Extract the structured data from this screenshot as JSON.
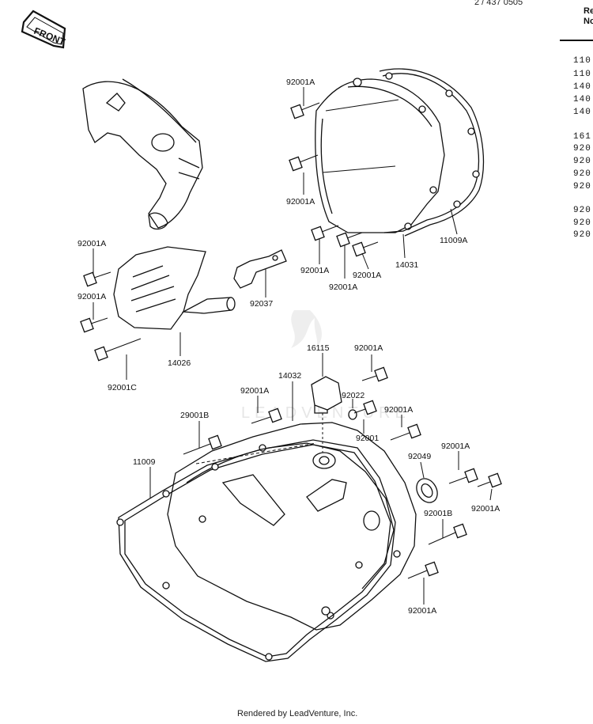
{
  "header": {
    "ref_line1": "Re",
    "ref_line2": "No",
    "top_code": "2 / 437 0505"
  },
  "front_badge": "FRONT",
  "watermark": "LEADVENTURE",
  "side_list": [
    "110",
    "110",
    "140",
    "140",
    "140",
    "161",
    "920",
    "920",
    "920",
    "920",
    "920",
    "920",
    "920"
  ],
  "labels": [
    {
      "id": "l1",
      "text": "92001A"
    },
    {
      "id": "l2",
      "text": "92001A"
    },
    {
      "id": "l3",
      "text": "11009A"
    },
    {
      "id": "l4",
      "text": "14031"
    },
    {
      "id": "l5",
      "text": "92001A"
    },
    {
      "id": "l6",
      "text": "92001A"
    },
    {
      "id": "l7",
      "text": "92001A"
    },
    {
      "id": "l8",
      "text": "92001A"
    },
    {
      "id": "l9",
      "text": "92001A"
    },
    {
      "id": "l10",
      "text": "92037"
    },
    {
      "id": "l11",
      "text": "14026"
    },
    {
      "id": "l12",
      "text": "92001C"
    },
    {
      "id": "l13",
      "text": "16115"
    },
    {
      "id": "l14",
      "text": "92001A"
    },
    {
      "id": "l15",
      "text": "14032"
    },
    {
      "id": "l16",
      "text": "92001A"
    },
    {
      "id": "l17",
      "text": "92022"
    },
    {
      "id": "l18",
      "text": "92001A"
    },
    {
      "id": "l19",
      "text": "29001B"
    },
    {
      "id": "l20",
      "text": "92001"
    },
    {
      "id": "l21",
      "text": "11009"
    },
    {
      "id": "l22",
      "text": "92049"
    },
    {
      "id": "l23",
      "text": "92001A"
    },
    {
      "id": "l24",
      "text": "92001A"
    },
    {
      "id": "l25",
      "text": "92001B"
    },
    {
      "id": "l26",
      "text": "92001A"
    }
  ],
  "footer": "Rendered by LeadVenture, Inc."
}
